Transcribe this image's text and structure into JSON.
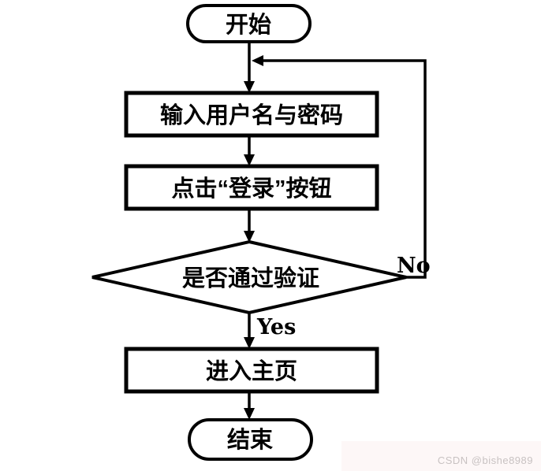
{
  "flowchart": {
    "nodes": [
      {
        "id": "start",
        "type": "terminator",
        "label": "开始"
      },
      {
        "id": "enter-credentials",
        "type": "process",
        "label": "输入用户名与密码"
      },
      {
        "id": "click-login",
        "type": "process",
        "label": "点击“登录”按钮"
      },
      {
        "id": "verify-check",
        "type": "decision",
        "label": "是否通过验证"
      },
      {
        "id": "enter-home",
        "type": "process",
        "label": "进入主页"
      },
      {
        "id": "end",
        "type": "terminator",
        "label": "结束"
      }
    ],
    "branch_labels": {
      "yes": "Yes",
      "no": "No"
    },
    "colors": {
      "stroke": "#000000",
      "shape_fill": "#ffffff"
    }
  },
  "watermark": {
    "text": "CSDN @bishe8989",
    "color": "#c8c2c2"
  }
}
